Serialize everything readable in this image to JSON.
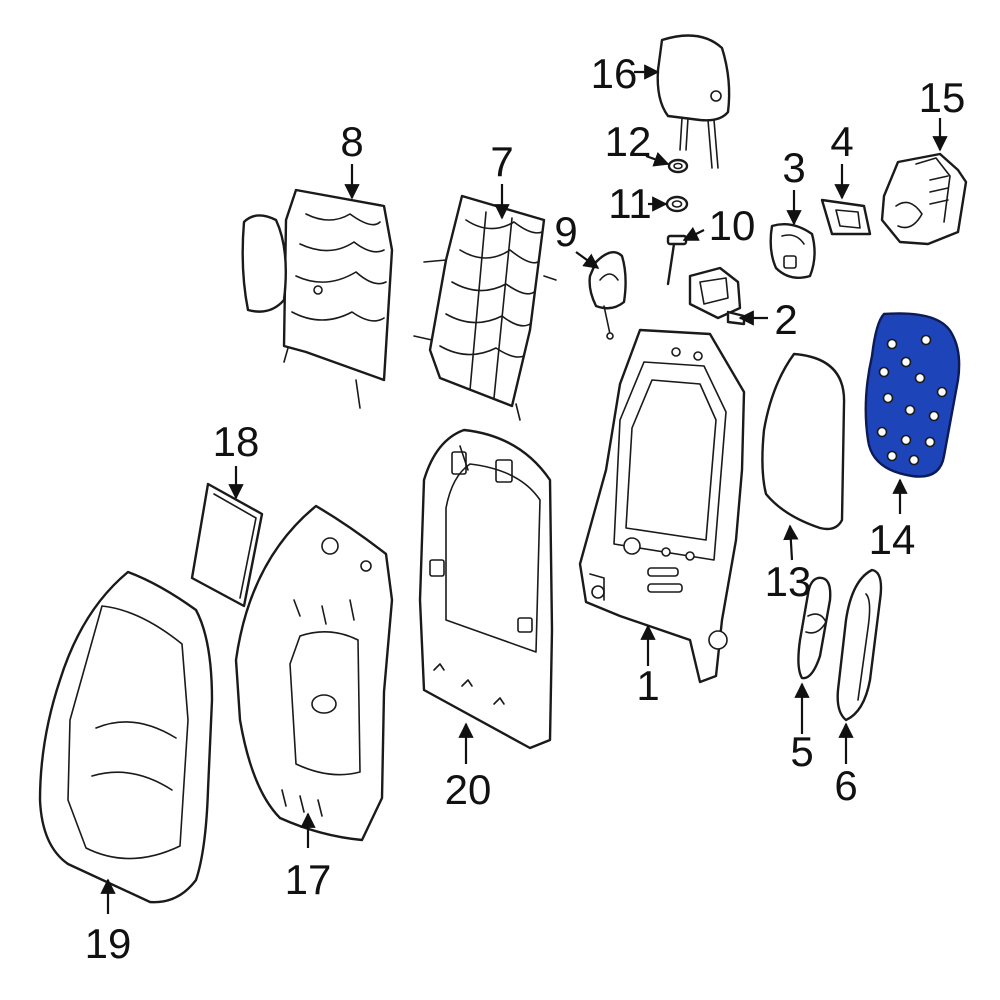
{
  "diagram": {
    "highlight_color": "#1d44b8",
    "highlight_stroke": "#0d1a55",
    "highlighted_part": "14",
    "callouts": [
      {
        "id": "c1",
        "label": "1"
      },
      {
        "id": "c2",
        "label": "2"
      },
      {
        "id": "c3",
        "label": "3"
      },
      {
        "id": "c4",
        "label": "4"
      },
      {
        "id": "c5",
        "label": "5"
      },
      {
        "id": "c6",
        "label": "6"
      },
      {
        "id": "c7",
        "label": "7"
      },
      {
        "id": "c8",
        "label": "8"
      },
      {
        "id": "c9",
        "label": "9"
      },
      {
        "id": "c10",
        "label": "10"
      },
      {
        "id": "c11",
        "label": "11"
      },
      {
        "id": "c12",
        "label": "12"
      },
      {
        "id": "c13",
        "label": "13"
      },
      {
        "id": "c14",
        "label": "14"
      },
      {
        "id": "c15",
        "label": "15"
      },
      {
        "id": "c16",
        "label": "16"
      },
      {
        "id": "c17",
        "label": "17"
      },
      {
        "id": "c18",
        "label": "18"
      },
      {
        "id": "c19",
        "label": "19"
      },
      {
        "id": "c20",
        "label": "20"
      }
    ]
  }
}
